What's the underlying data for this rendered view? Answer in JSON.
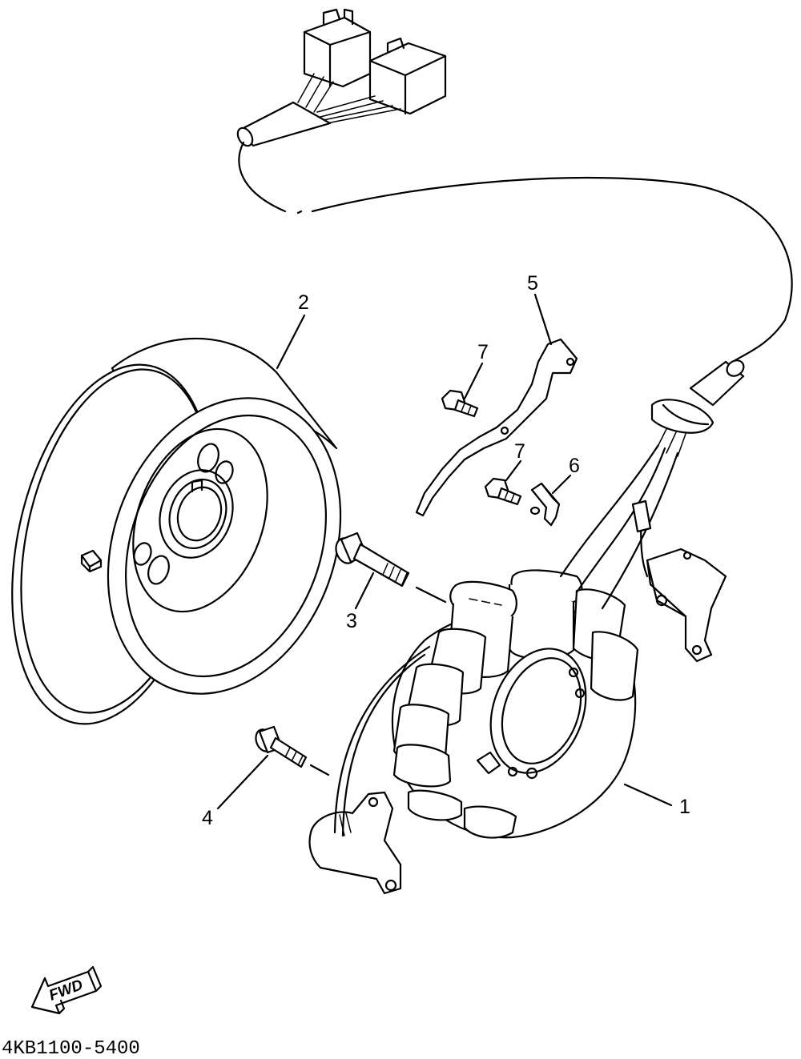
{
  "diagram": {
    "parts": [
      {
        "label": "1",
        "part": "stator-assembly"
      },
      {
        "label": "2",
        "part": "rotor-flywheel"
      },
      {
        "label": "3",
        "part": "bolt"
      },
      {
        "label": "4",
        "part": "bolt"
      },
      {
        "label": "5",
        "part": "lead-holder"
      },
      {
        "label": "6",
        "part": "clip"
      },
      {
        "label": "7",
        "part": "screw"
      },
      {
        "label": "7",
        "part": "screw"
      }
    ],
    "fwd_label": "FWD",
    "catalog_code": "4KB1100-5400"
  }
}
